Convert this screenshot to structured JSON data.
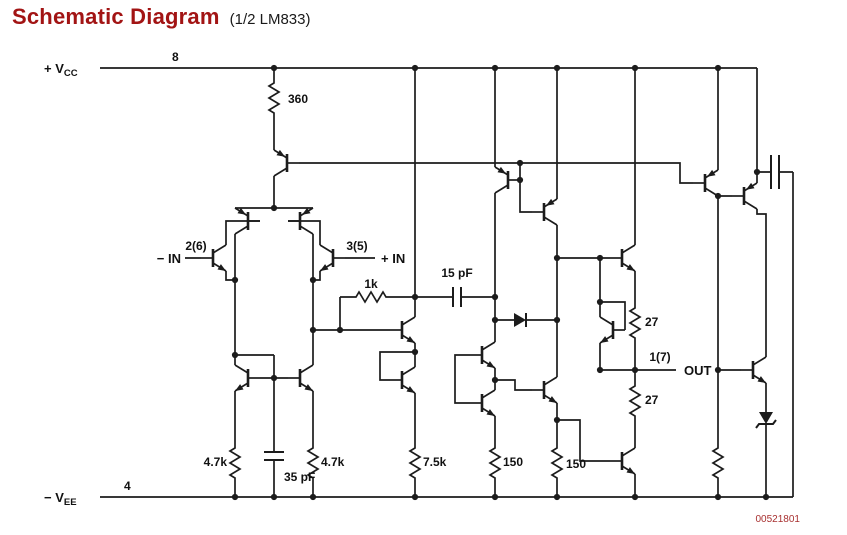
{
  "header": {
    "title": "Schematic Diagram",
    "subtitle": "(1/2  LM833)"
  },
  "footer": {
    "doc_code": "00521801"
  },
  "colors": {
    "accent": "#a21414",
    "line": "#1c1c1c"
  },
  "labels": {
    "vcc": "+ V",
    "vcc_sub": "CC",
    "pin_vcc": "8",
    "vee": "− V",
    "vee_sub": "EE",
    "pin_vee": "4",
    "neg_in": "− IN",
    "pin_neg_in": "2(6)",
    "pos_in": "+ IN",
    "pin_pos_in": "3(5)",
    "out": "OUT",
    "pin_out": "1(7)",
    "r_bias": "360",
    "r_fb": "1k",
    "c_comp": "15 pF",
    "r_out_top": "27",
    "r_out_bot": "27",
    "r_deg_left": "4.7k",
    "c_deg": "35 pF",
    "r_deg_right": "4.7k",
    "r_stage2": "7.5k",
    "r_e_a": "150",
    "r_e_b": "150"
  }
}
